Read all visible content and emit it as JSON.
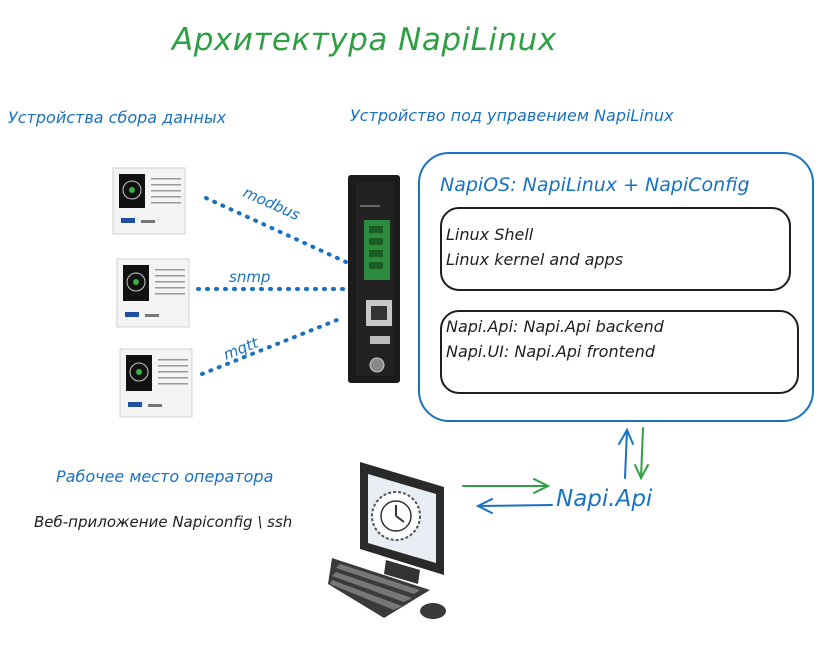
{
  "title": "Архитектура NapiLinux",
  "left_heading": "Устройства сбора данных",
  "right_heading": "Устройство под управением NapiLinux",
  "links": {
    "modbus": "modbus",
    "snmp": "snmp",
    "mqtt": "mqtt"
  },
  "napios": {
    "title": "NapiOS: NapiLinux + NapiConfig",
    "box1": [
      "Linux Shell",
      "Linux kernel and apps"
    ],
    "box2": [
      "Napi.Api: Napi.Api backend",
      "Napi.UI: Napi.Api frontend"
    ]
  },
  "operator": {
    "heading": "Рабочее место оператора",
    "app": "Веб-приложение Napiconfig \\ ssh"
  },
  "api_label": "Napi.Api",
  "colors": {
    "blue": "#1971c2",
    "green": "#2f9e44",
    "black": "#1e1e1e"
  },
  "icons": [
    "sensor-device-icon",
    "napilinux-gateway-icon",
    "computer-workstation-icon",
    "clock-icon"
  ]
}
